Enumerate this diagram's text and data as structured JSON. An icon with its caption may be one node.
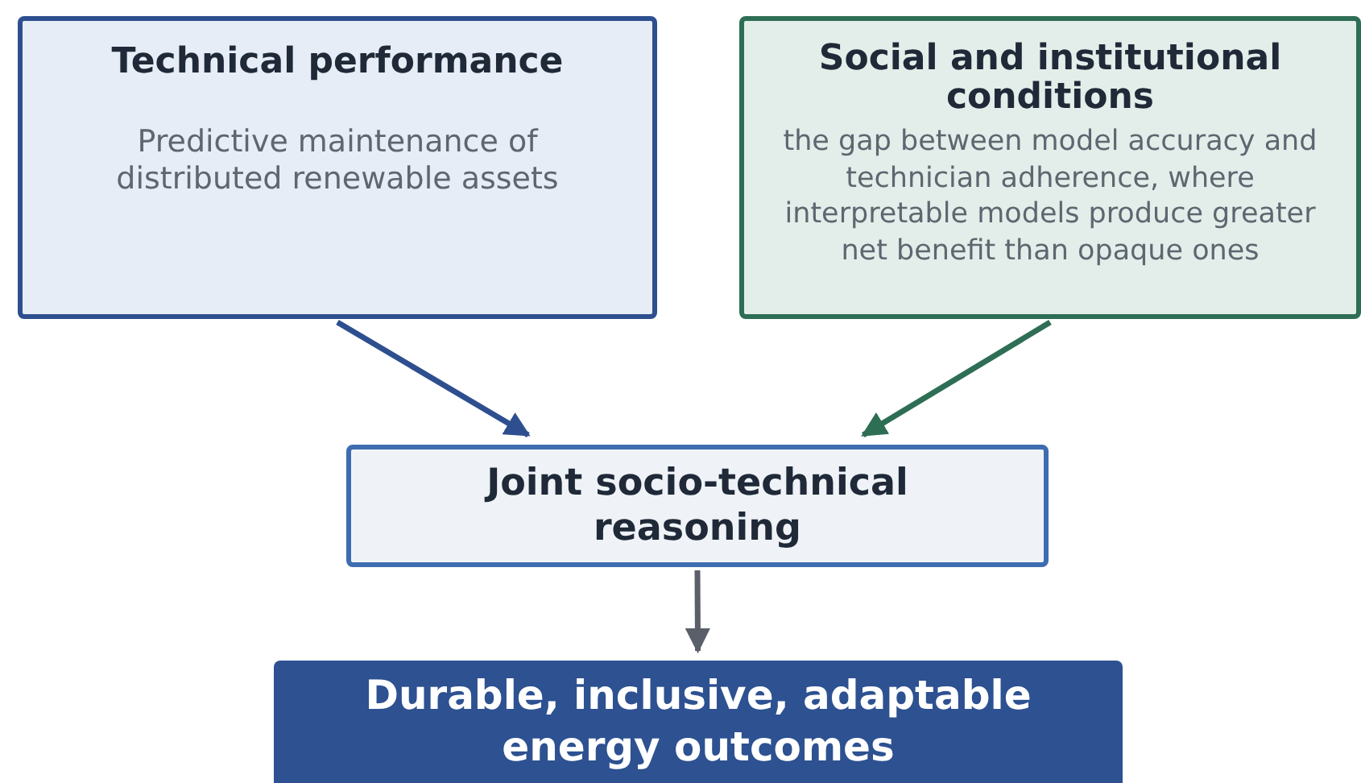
{
  "diagram": {
    "nodes": [
      {
        "text": [
          "Technical performance",
          "Predictive maintenance of distributed renewable assets"
        ]
      },
      {
        "text": [
          "Social and institutional conditions",
          "the gap between model accuracy and technician adherence, where interpretable models produce greater net benefit than opaque ones"
        ]
      },
      {
        "text": [
          "Joint socio-technical reasoning"
        ]
      },
      {
        "text": [
          "Durable, inclusive, adaptable energy outcomes"
        ]
      }
    ],
    "edges": [
      {
        "from": 0,
        "to": 2,
        "arrow": "to",
        "color": "#2e4f8f"
      },
      {
        "from": 1,
        "to": 2,
        "arrow": "to",
        "color": "#2e6e55"
      },
      {
        "from": 2,
        "to": 3,
        "arrow": "to",
        "color": "#5a5f6a"
      }
    ]
  }
}
